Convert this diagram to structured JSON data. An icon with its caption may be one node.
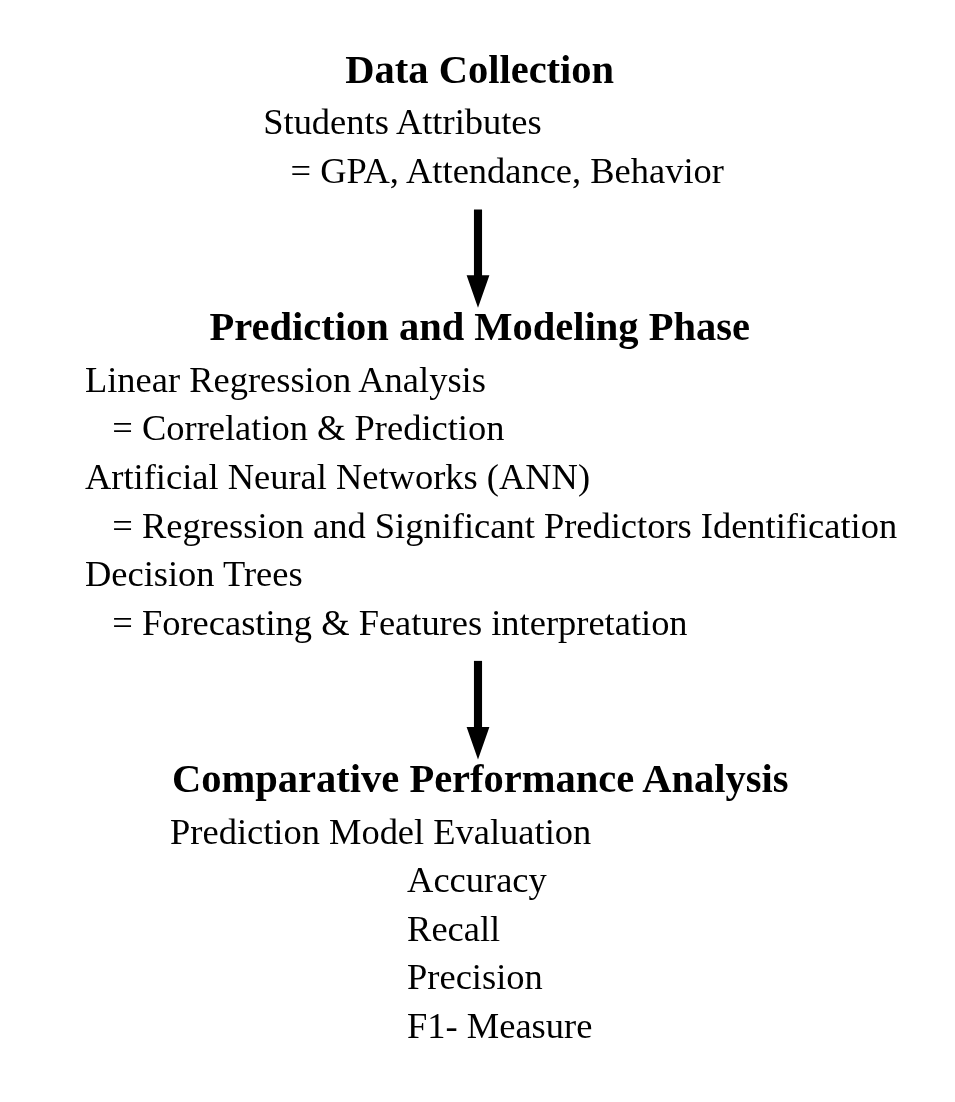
{
  "diagram": {
    "nodes": [
      {
        "text": [
          "Data Collection",
          "Students Attributes",
          "= GPA, Attendance, Behavior"
        ]
      },
      {
        "text": [
          "Prediction and Modeling Phase",
          "Linear Regression Analysis",
          "= Correlation & Prediction",
          "Artificial Neural Networks (ANN)",
          "= Regression and Significant Predictors Identification",
          "Decision Trees",
          "= Forecasting & Features interpretation"
        ]
      },
      {
        "text": [
          "Comparative Performance Analysis",
          "Prediction Model Evaluation",
          "Accuracy",
          "Recall",
          "Precision",
          "F1- Measure"
        ]
      }
    ],
    "edges": [
      {
        "from": 0,
        "to": 1,
        "arrow": "to"
      },
      {
        "from": 1,
        "to": 2,
        "arrow": "to"
      }
    ]
  }
}
